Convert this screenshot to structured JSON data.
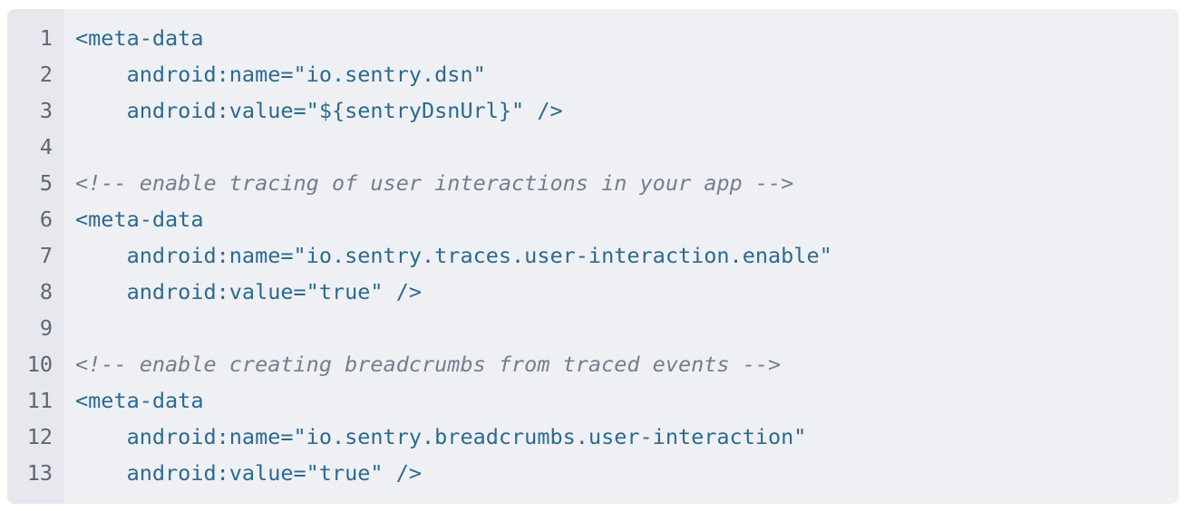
{
  "page": {
    "background": "#ffffff"
  },
  "code_block": {
    "language": "xml",
    "background": "#eff0f4",
    "gutter_background": "#e7e8ed",
    "code_color": "#2b6a8e",
    "comment_color": "#747e8d",
    "line_number_color": "#5e6672",
    "lines": [
      {
        "number": 1,
        "type": "code",
        "text": "<meta-data"
      },
      {
        "number": 2,
        "type": "code",
        "text": "    android:name=\"io.sentry.dsn\""
      },
      {
        "number": 3,
        "type": "code",
        "text": "    android:value=\"${sentryDsnUrl}\" />"
      },
      {
        "number": 4,
        "type": "blank",
        "text": ""
      },
      {
        "number": 5,
        "type": "comment",
        "text": "<!-- enable tracing of user interactions in your app -->"
      },
      {
        "number": 6,
        "type": "code",
        "text": "<meta-data"
      },
      {
        "number": 7,
        "type": "code",
        "text": "    android:name=\"io.sentry.traces.user-interaction.enable\""
      },
      {
        "number": 8,
        "type": "code",
        "text": "    android:value=\"true\" />"
      },
      {
        "number": 9,
        "type": "blank",
        "text": ""
      },
      {
        "number": 10,
        "type": "comment",
        "text": "<!-- enable creating breadcrumbs from traced events -->"
      },
      {
        "number": 11,
        "type": "code",
        "text": "<meta-data"
      },
      {
        "number": 12,
        "type": "code",
        "text": "    android:name=\"io.sentry.breadcrumbs.user-interaction\""
      },
      {
        "number": 13,
        "type": "code",
        "text": "    android:value=\"true\" />"
      }
    ]
  }
}
